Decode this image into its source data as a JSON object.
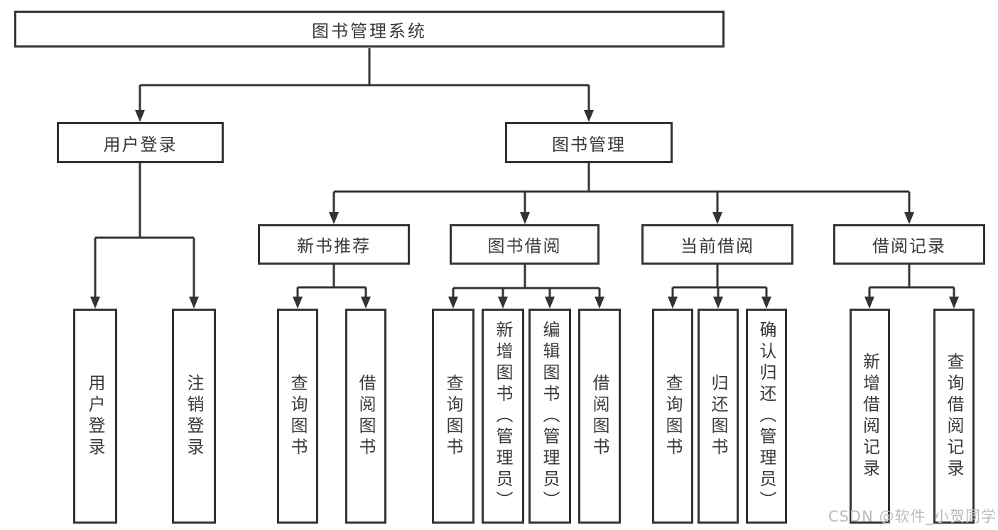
{
  "tree": {
    "root": {
      "label": "图书管理系统",
      "children": [
        {
          "label": "用户登录",
          "children": [
            {
              "label": "用户登录"
            },
            {
              "label": "注销登录"
            }
          ]
        },
        {
          "label": "图书管理",
          "children": [
            {
              "label": "新书推荐",
              "children": [
                {
                  "label": "查询图书"
                },
                {
                  "label": "借阅图书"
                }
              ]
            },
            {
              "label": "图书借阅",
              "children": [
                {
                  "label": "查询图书"
                },
                {
                  "label": "新增图书（管理员）"
                },
                {
                  "label": "编辑图书（管理员）"
                },
                {
                  "label": "借阅图书"
                }
              ]
            },
            {
              "label": "当前借阅",
              "children": [
                {
                  "label": "查询图书"
                },
                {
                  "label": "归还图书"
                },
                {
                  "label": "确认归还（管理员）"
                }
              ]
            },
            {
              "label": "借阅记录",
              "children": [
                {
                  "label": "新增借阅记录"
                },
                {
                  "label": "查询借阅记录"
                }
              ]
            }
          ]
        }
      ]
    }
  },
  "watermark": {
    "text": "CSDN @软件_小贺同学"
  },
  "colors": {
    "line": "#333333",
    "text": "#3a3a3a",
    "watermark": "#b6bcc1",
    "background": "#ffffff"
  }
}
